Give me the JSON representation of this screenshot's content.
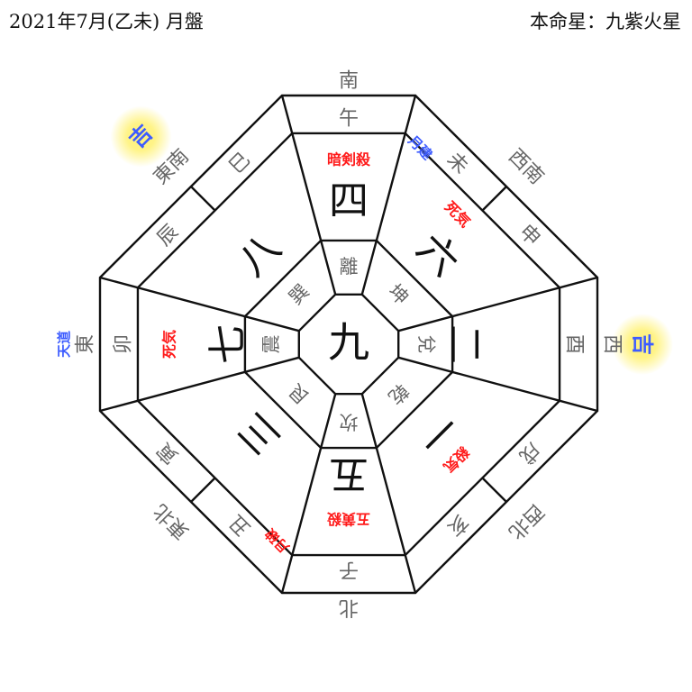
{
  "header": {
    "title": "2021年7月(乙未) 月盤",
    "honmei": "本命星：九紫火星"
  },
  "colors": {
    "label_red": "#ff1a1a",
    "tag_blue": "#3d5cff",
    "luck_glow": "#fff27a"
  },
  "center_star": "九",
  "sectors": [
    {
      "direction": "南",
      "direction_tag": null,
      "branches": [
        {
          "name": "午",
          "tag": null
        }
      ],
      "star": "四",
      "trigram": "離",
      "label": "暗剣殺",
      "luck": null
    },
    {
      "direction": "西南",
      "direction_tag": null,
      "branches": [
        {
          "name": "未",
          "tag": "月建"
        },
        {
          "name": "申",
          "tag": null
        }
      ],
      "star": "六",
      "trigram": "坤",
      "label": "死気",
      "luck": null
    },
    {
      "direction": "西",
      "direction_tag": null,
      "branches": [
        {
          "name": "酉",
          "tag": null
        }
      ],
      "star": "二",
      "trigram": "兌",
      "label": null,
      "luck": "吉"
    },
    {
      "direction": "西北",
      "direction_tag": null,
      "branches": [
        {
          "name": "戌",
          "tag": null
        },
        {
          "name": "亥",
          "tag": null
        }
      ],
      "star": "一",
      "trigram": "乾",
      "label": "殺気",
      "luck": null
    },
    {
      "direction": "北",
      "direction_tag": null,
      "branches": [
        {
          "name": "子",
          "tag": null
        }
      ],
      "star": "五",
      "trigram": "坎",
      "label": "五黄殺",
      "luck": null
    },
    {
      "direction": "東北",
      "direction_tag": null,
      "branches": [
        {
          "name": "丑",
          "tag": "月破"
        },
        {
          "name": "寅",
          "tag": null
        }
      ],
      "star": "三",
      "trigram": "艮",
      "label": null,
      "luck": null
    },
    {
      "direction": "東",
      "direction_tag": "天道",
      "branches": [
        {
          "name": "卯",
          "tag": null
        }
      ],
      "star": "七",
      "trigram": "震",
      "label": "死気",
      "luck": null
    },
    {
      "direction": "東南",
      "direction_tag": null,
      "branches": [
        {
          "name": "辰",
          "tag": null
        },
        {
          "name": "巳",
          "tag": null
        }
      ],
      "star": "八",
      "trigram": "巽",
      "label": null,
      "luck": "吉"
    }
  ]
}
